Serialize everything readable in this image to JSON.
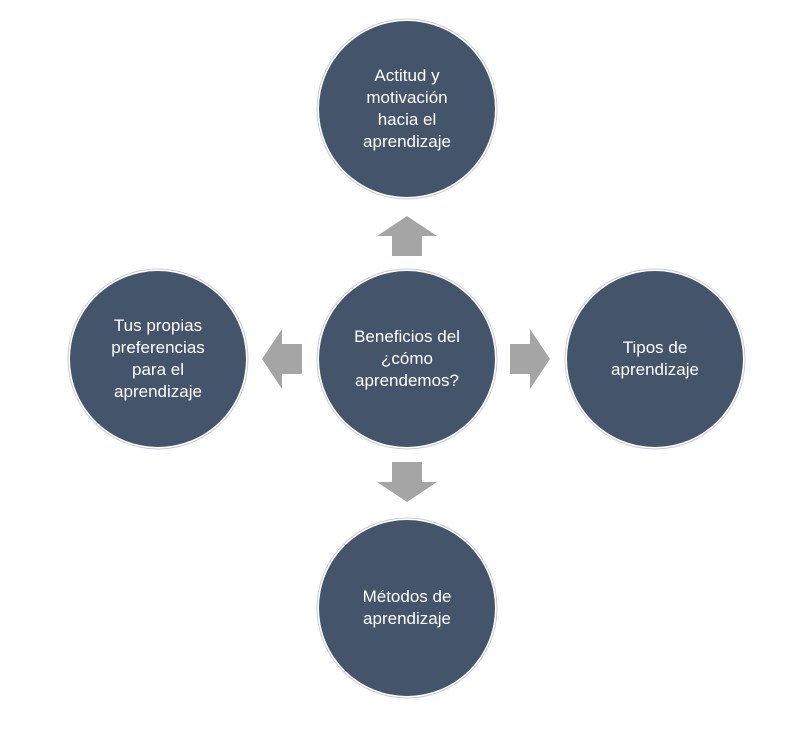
{
  "diagram": {
    "center": {
      "label": "Beneficios del\n¿cómo\naprendemos?"
    },
    "top": {
      "label": "Actitud y\nmotivación\nhacia el\naprendizaje"
    },
    "right": {
      "label": "Tipos de\naprendizaje"
    },
    "bottom": {
      "label": "Métodos de\naprendizaje"
    },
    "left": {
      "label": "Tus propias\npreferencias\npara el\naprendizaje"
    }
  },
  "colors": {
    "node_fill": "#44546a",
    "node_text": "#ffffff",
    "arrow_fill": "#a5a5a5"
  }
}
